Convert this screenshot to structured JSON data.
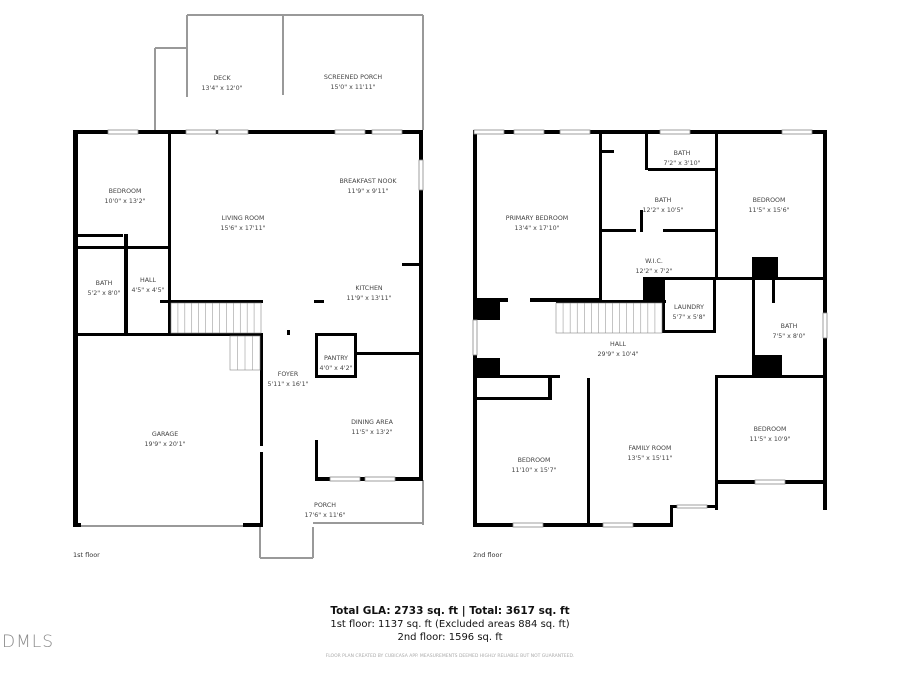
{
  "floors": [
    {
      "label": "1st floor",
      "rooms": [
        {
          "name": "DECK",
          "size": "13'4\" x 12'0\""
        },
        {
          "name": "SCREENED PORCH",
          "size": "15'0\" x 11'11\""
        },
        {
          "name": "BEDROOM",
          "size": "10'0\" x 13'2\""
        },
        {
          "name": "LIVING ROOM",
          "size": "15'6\" x 17'11\""
        },
        {
          "name": "BREAKFAST NOOK",
          "size": "11'9\" x 9'11\""
        },
        {
          "name": "BATH",
          "size": "5'2\" x 8'0\""
        },
        {
          "name": "HALL",
          "size": "4'5\" x 4'5\""
        },
        {
          "name": "KITCHEN",
          "size": "11'9\" x 13'11\""
        },
        {
          "name": "PANTRY",
          "size": "4'0\" x 4'2\""
        },
        {
          "name": "FOYER",
          "size": "5'11\" x 16'1\""
        },
        {
          "name": "GARAGE",
          "size": "19'9\" x 20'1\""
        },
        {
          "name": "DINING AREA",
          "size": "11'5\" x 13'2\""
        },
        {
          "name": "PORCH",
          "size": "17'6\" x 11'6\""
        }
      ]
    },
    {
      "label": "2nd floor",
      "rooms": [
        {
          "name": "BATH",
          "size": "7'2\" x 3'10\""
        },
        {
          "name": "PRIMARY BEDROOM",
          "size": "13'4\" x 17'10\""
        },
        {
          "name": "BATH",
          "size": "12'2\" x 10'5\""
        },
        {
          "name": "BEDROOM",
          "size": "11'5\" x 15'6\""
        },
        {
          "name": "W.I.C.",
          "size": "12'2\" x 7'2\""
        },
        {
          "name": "LAUNDRY",
          "size": "5'7\" x 5'8\""
        },
        {
          "name": "BATH",
          "size": "7'5\" x 8'0\""
        },
        {
          "name": "HALL",
          "size": "29'9\" x 10'4\""
        },
        {
          "name": "BEDROOM",
          "size": "11'5\" x 10'9\""
        },
        {
          "name": "BEDROOM",
          "size": "11'10\" x 15'7\""
        },
        {
          "name": "FAMILY ROOM",
          "size": "13'5\" x 15'11\""
        }
      ]
    }
  ],
  "footer": {
    "total": "Total GLA: 2733 sq. ft | Total: 3617 sq. ft",
    "first": "1st floor: 1137 sq. ft (Excluded areas 884 sq. ft)",
    "second": "2nd floor: 1596 sq. ft",
    "disclaimer": "FLOOR PLAN CREATED BY CUBICASA APP. MEASUREMENTS DEEMED HIGHLY RELIABLE BUT NOT GUARANTEED."
  },
  "logo": "DMLS",
  "colors": {
    "wall": "#000000",
    "thin_wall": "#999999",
    "label": "#444444"
  }
}
